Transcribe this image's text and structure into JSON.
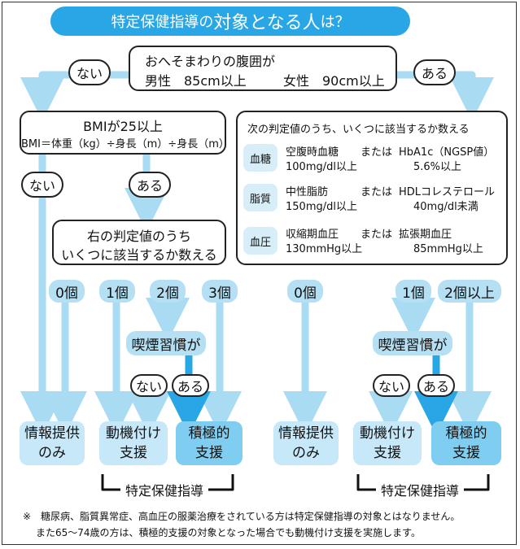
{
  "title": {
    "part1": "特定保健指導の",
    "part2": "対象となる人",
    "part3": "は？"
  },
  "waist": {
    "line1": "おへそまわりの腹囲が",
    "male": "男性　85cm以上",
    "female": "女性　90cm以上"
  },
  "labels": {
    "no": "ない",
    "yes": "ある"
  },
  "bmi": {
    "line1": "BMIが25以上",
    "formula": "BMI＝体重（kg）÷身長（m）÷身長（m）"
  },
  "count_box": {
    "line1": "右の判定値のうち",
    "line2": "いくつに該当するか数える"
  },
  "criteria": {
    "title": "次の判定値のうち、いくつに該当するか数える",
    "items": [
      {
        "category": "血糖",
        "a_name": "空腹時血糖",
        "or": "または",
        "b_name": "HbA1c（NGSP値）",
        "a_value": "100mg/dl以上",
        "b_value": "5.6%以上"
      },
      {
        "category": "脂質",
        "a_name": "中性脂肪",
        "or": "または",
        "b_name": "HDLコレステロール",
        "a_value": "150mg/dl以上",
        "b_value": "40mg/dl未満"
      },
      {
        "category": "血圧",
        "a_name": "収縮期血圧",
        "or": "または",
        "b_name": "拡張期血圧",
        "a_value": "130mmHg以上",
        "b_value": "85mmHg以上"
      }
    ]
  },
  "counts": {
    "zero": "0個",
    "one": "1個",
    "two": "2個",
    "three": "3個",
    "two_plus": "2個以上"
  },
  "smoking": "喫煙習慣が",
  "results": {
    "info": {
      "line1": "情報提供",
      "line2": "のみ"
    },
    "motivation": {
      "line1": "動機付け",
      "line2": "支援"
    },
    "active": {
      "line1": "積極的",
      "line2": "支援"
    }
  },
  "bracket_label": "特定保健指導",
  "footnote": {
    "line1": "※　糖尿病、脂質異常症、高血圧の服薬治療をされている方は特定保健指導の対象とはなりません。",
    "line2": "また65～74歳の方は、積極的支援の対象となった場合でも動機付け支援を実施します。"
  },
  "colors": {
    "arrow_light": "#a9dcf3",
    "arrow_dark": "#29a6e6",
    "badge": "#b5dff3",
    "result_light": "#c7e8f8",
    "result_mid": "#7fcdf0",
    "title_bg": "#29a6e6"
  }
}
